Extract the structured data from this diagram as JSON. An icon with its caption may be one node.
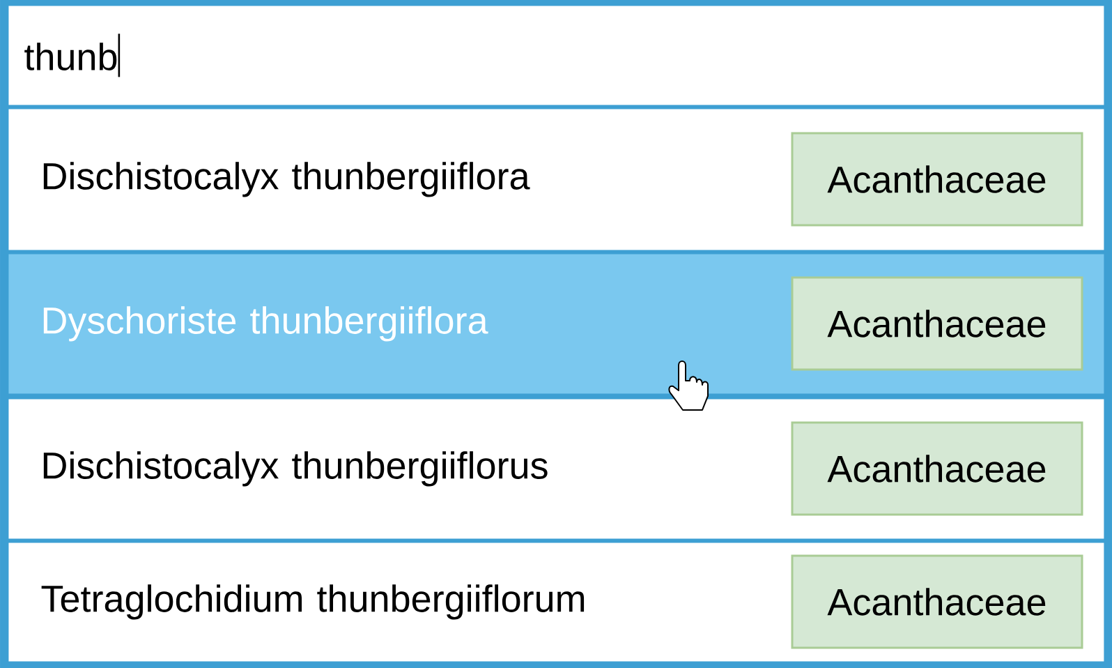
{
  "diagram": {
    "nodes": [
      {
        "text": [
          "thunb"
        ]
      },
      {
        "text": [
          "Dischistocalyx thunbergiiflora"
        ]
      },
      {
        "text": [
          "Acanthaceae"
        ],
        "in": 1
      },
      {
        "text": [
          "Dyschoriste thunbergiiflora"
        ]
      },
      {
        "text": [
          "Acanthaceae"
        ],
        "in": 3
      },
      {
        "text": [
          "Dischistocalyx thunbergiiflorus"
        ]
      },
      {
        "text": [
          "Acanthaceae"
        ],
        "in": 5
      },
      {
        "text": [
          "Tetraglochidium thunbergiiflorum"
        ]
      },
      {
        "text": [
          "Acanthaceae"
        ],
        "in": 7
      }
    ]
  }
}
